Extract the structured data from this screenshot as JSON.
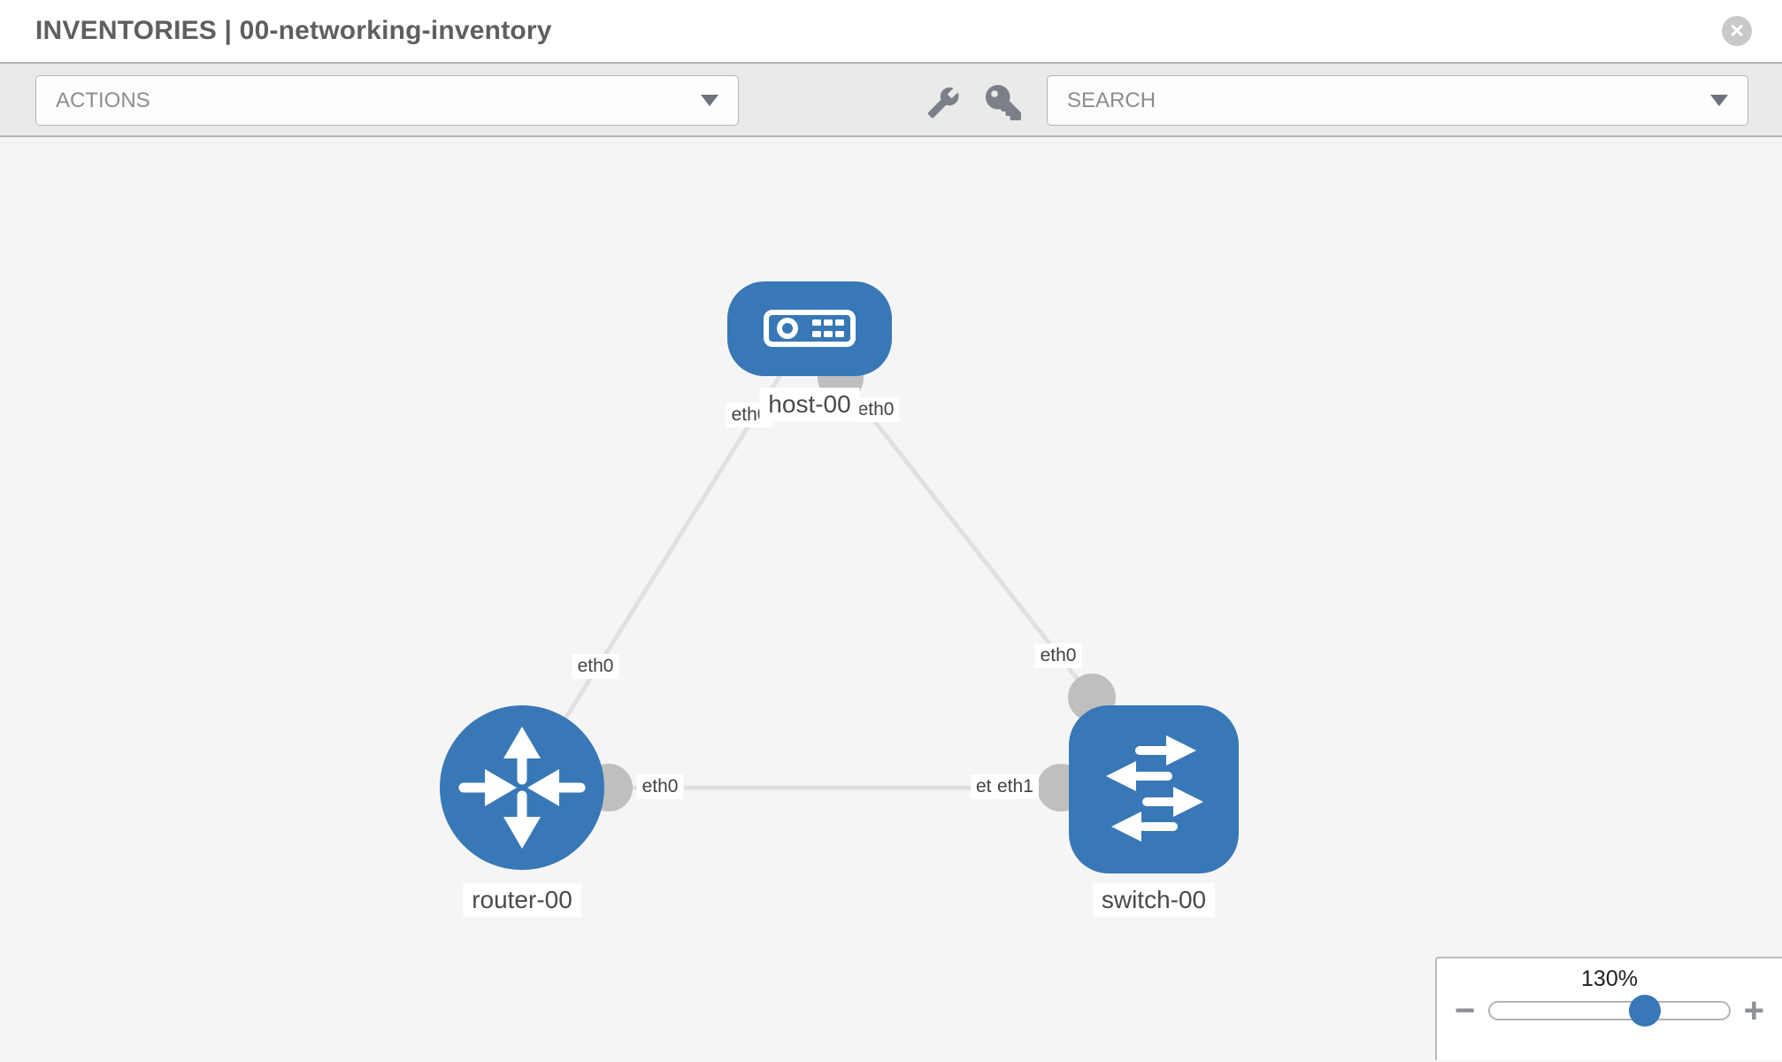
{
  "header": {
    "title": "INVENTORIES | 00-networking-inventory",
    "close_glyph": "✕"
  },
  "toolbar": {
    "actions_placeholder": "ACTIONS",
    "search_placeholder": "SEARCH"
  },
  "topology": {
    "nodes": [
      {
        "label": "host-00",
        "type": "host"
      },
      {
        "label": "router-00",
        "type": "router"
      },
      {
        "label": "switch-00",
        "type": "switch"
      }
    ],
    "interface_labels": [
      {
        "text": "eth0",
        "edge": "host-router",
        "end": "host"
      },
      {
        "text": "eth0",
        "edge": "host-switch",
        "end": "host"
      },
      {
        "text": "eth0",
        "edge": "host-router",
        "end": "router"
      },
      {
        "text": "eth0",
        "edge": "host-switch",
        "end": "switch"
      },
      {
        "text": "eth0",
        "edge": "router-switch",
        "end": "router"
      },
      {
        "text": "eth0",
        "edge": "router-switch",
        "end": "switch-under"
      },
      {
        "text": "eth1",
        "edge": "router-switch",
        "end": "switch-over"
      }
    ]
  },
  "zoom_panel": {
    "level": "130%",
    "minus_glyph": "−",
    "plus_glyph": "+"
  },
  "colors": {
    "node_blue": "#3878b6",
    "edge_gray": "#e0e0e0",
    "connector_gray": "#bfbfbf",
    "canvas_bg": "#f5f5f5",
    "toolbar_bg": "#eaeaea"
  }
}
